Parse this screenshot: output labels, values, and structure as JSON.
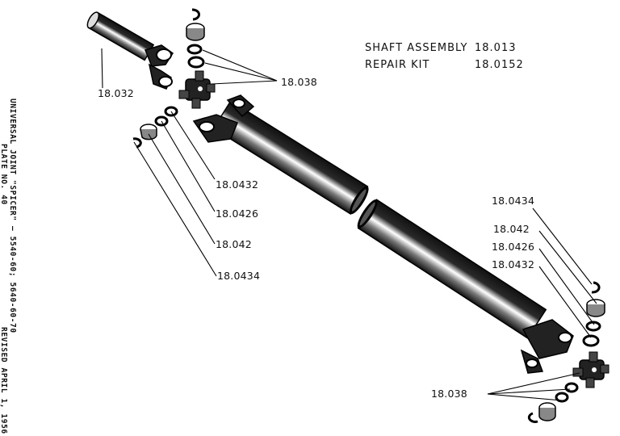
{
  "header": {
    "shaft_assembly_label": "SHAFT ASSEMBLY",
    "shaft_assembly_number": "18.013",
    "repair_kit_label": "REPAIR KIT",
    "repair_kit_number": "18.0152"
  },
  "side_caption": {
    "line1": "UNIVERSAL JOINT \"SPICER\" — 5540-60; 5640-60-70",
    "line2": "PLATE NO. 40",
    "line3": "REVISED APRIL 1, 1956"
  },
  "callouts": {
    "yoke_shaft": "18.032",
    "spider_upper": "18.038",
    "upper_0432": "18.0432",
    "upper_0426": "18.0426",
    "upper_042": "18.042",
    "upper_0434": "18.0434",
    "lower_0434": "18.0434",
    "lower_042": "18.042",
    "lower_0426": "18.0426",
    "lower_0432": "18.0432",
    "spider_lower": "18.038"
  }
}
